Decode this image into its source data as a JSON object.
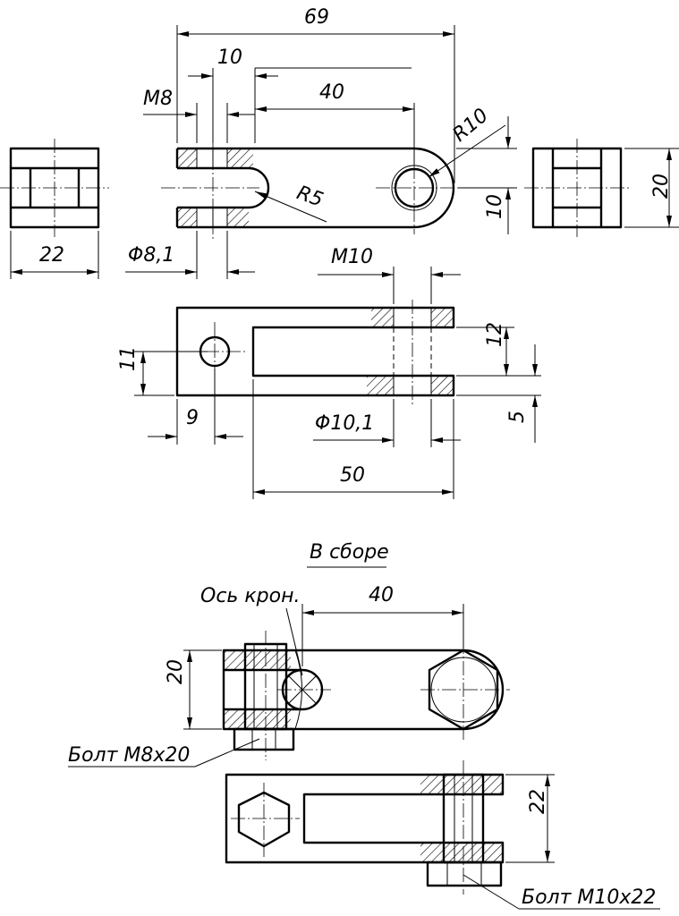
{
  "drawing": {
    "dims": {
      "d69": "69",
      "d10": "10",
      "d40": "40",
      "dM8": "M8",
      "dR10": "R10",
      "dR5": "R5",
      "d22": "22",
      "dF81": "Φ8,1",
      "d20": "20",
      "d10b": "10",
      "dM10": "M10",
      "d12": "12",
      "d11": "11",
      "d9": "9",
      "dF101": "Φ10,1",
      "d5": "5",
      "d50": "50",
      "a40": "40",
      "a20": "20",
      "a22": "22"
    },
    "assembly_title": "В сборе",
    "labels": {
      "axis_bracket": "Ось крон.",
      "bolt_m8": "Болт M8x20",
      "bolt_m10": "Болт M10x22"
    }
  }
}
